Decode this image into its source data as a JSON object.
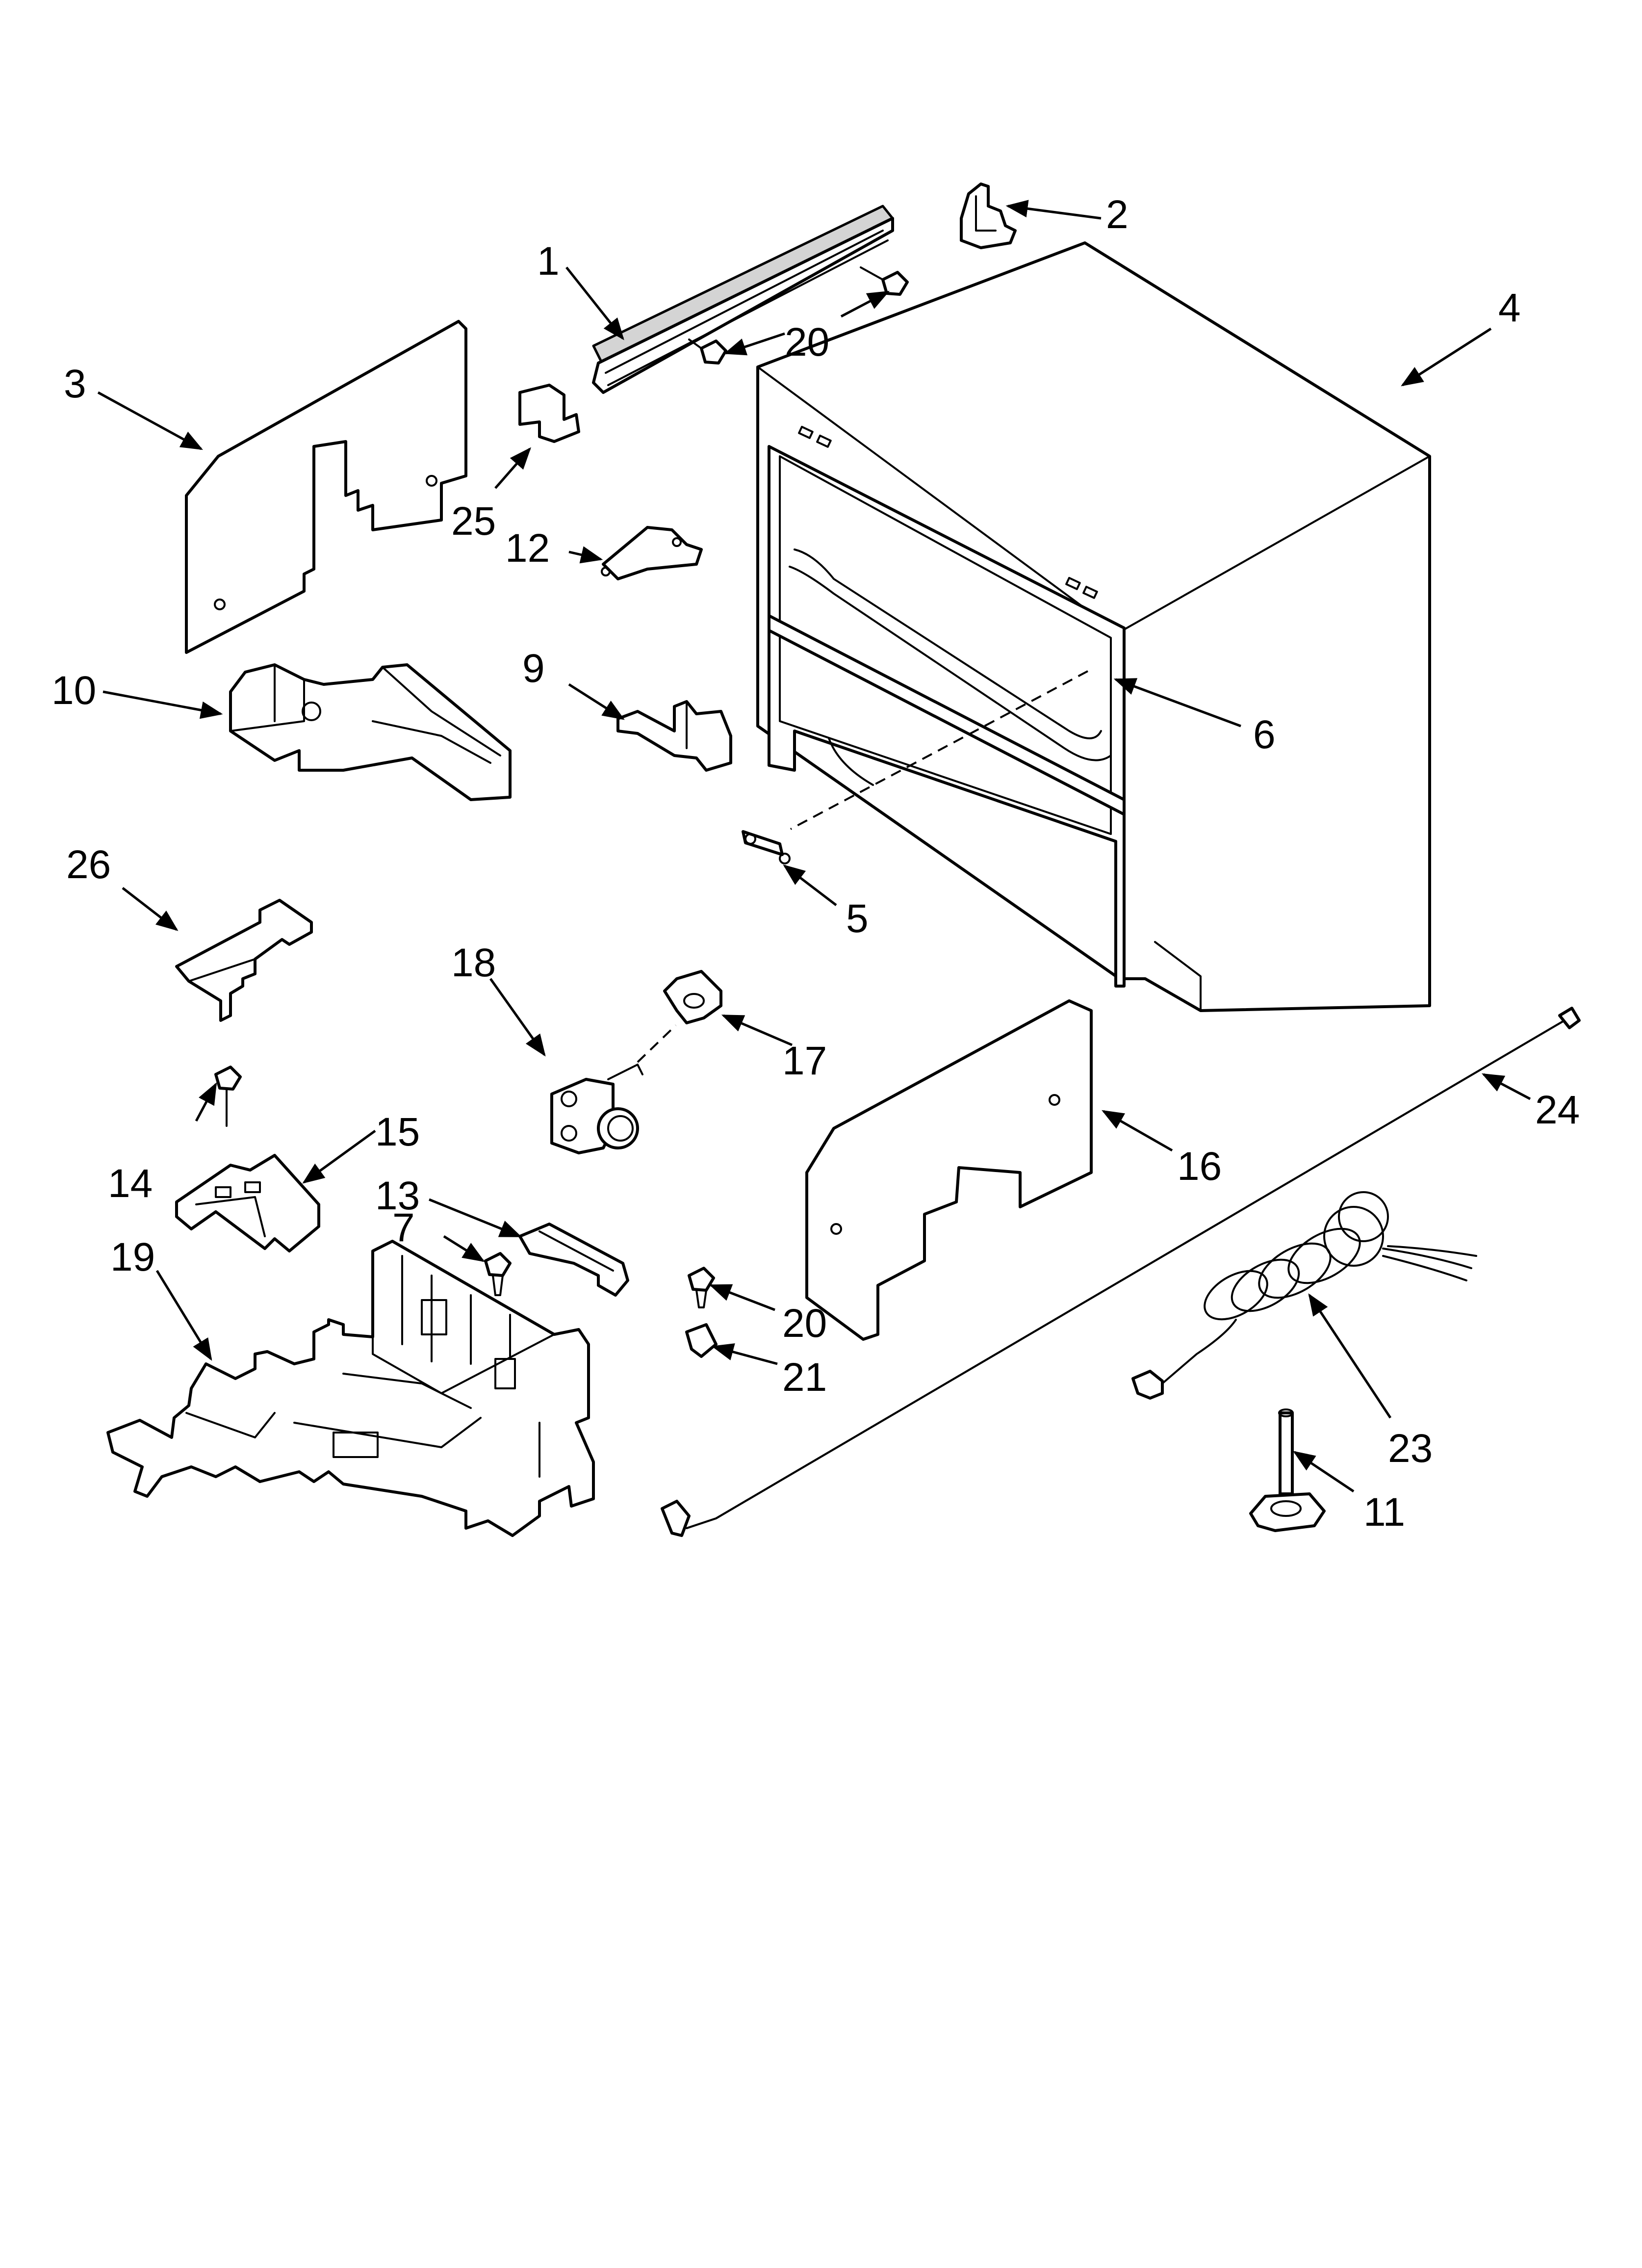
{
  "diagram": {
    "type": "exploded-parts-view",
    "callouts": [
      {
        "id": "c1",
        "text": "1"
      },
      {
        "id": "c2",
        "text": "2"
      },
      {
        "id": "c3",
        "text": "3"
      },
      {
        "id": "c4",
        "text": "4"
      },
      {
        "id": "c5",
        "text": "5"
      },
      {
        "id": "c6",
        "text": "6"
      },
      {
        "id": "c7",
        "text": "7"
      },
      {
        "id": "c9",
        "text": "9"
      },
      {
        "id": "c10",
        "text": "10"
      },
      {
        "id": "c11",
        "text": "11"
      },
      {
        "id": "c12",
        "text": "12"
      },
      {
        "id": "c13",
        "text": "13"
      },
      {
        "id": "c14",
        "text": "14"
      },
      {
        "id": "c15",
        "text": "15"
      },
      {
        "id": "c16",
        "text": "16"
      },
      {
        "id": "c17",
        "text": "17"
      },
      {
        "id": "c18",
        "text": "18"
      },
      {
        "id": "c19",
        "text": "19"
      },
      {
        "id": "c20a",
        "text": "20"
      },
      {
        "id": "c20b",
        "text": "20"
      },
      {
        "id": "c21",
        "text": "21"
      },
      {
        "id": "c23",
        "text": "23"
      },
      {
        "id": "c24",
        "text": "24"
      },
      {
        "id": "c25",
        "text": "25"
      },
      {
        "id": "c26",
        "text": "26"
      }
    ]
  }
}
